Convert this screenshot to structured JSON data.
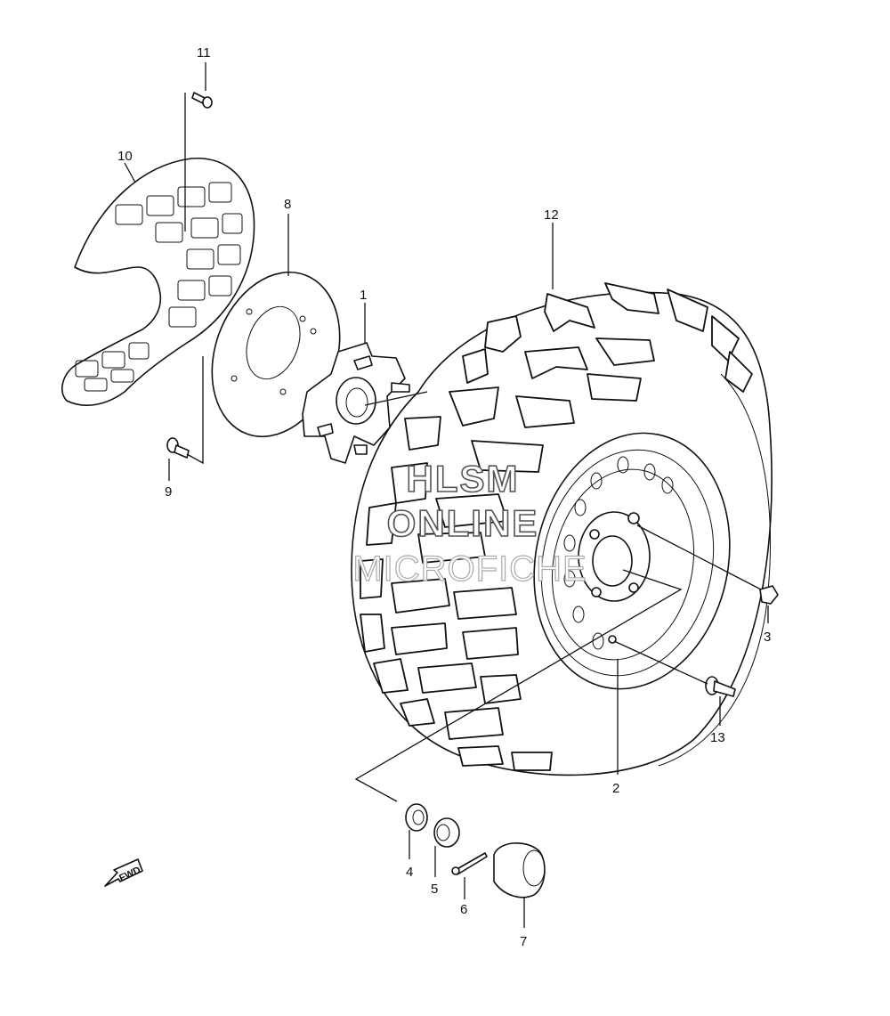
{
  "watermark": {
    "line1": "HLSM",
    "line2": "ONLINE",
    "line3": "MICROFICHE"
  },
  "fwd_label": "FWD",
  "callouts": {
    "c1": "1",
    "c2": "2",
    "c3": "3",
    "c4": "4",
    "c5": "5",
    "c6": "6",
    "c7": "7",
    "c8": "8",
    "c9": "9",
    "c10": "10",
    "c11": "11",
    "c12": "12",
    "c13": "13"
  }
}
